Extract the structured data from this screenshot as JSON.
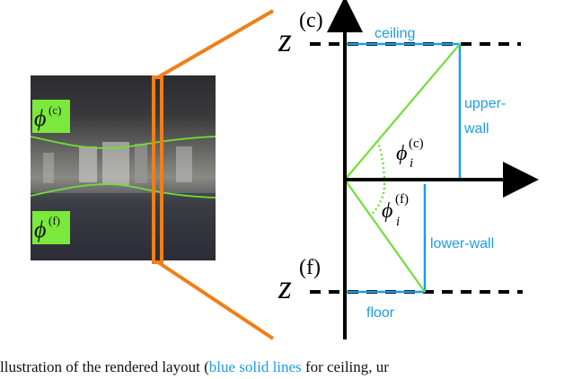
{
  "panorama": {
    "ceiling_symbol": "ϕ",
    "ceiling_superscript": "(c)",
    "floor_symbol": "ϕ",
    "floor_superscript": "(f)"
  },
  "diagram": {
    "z_symbol": "z",
    "ceiling_height_superscript": "(c)",
    "floor_height_superscript": "(f)",
    "phi_symbol": "ϕ",
    "phi_subscript": "i",
    "phi_ceiling_superscript": "(c)",
    "phi_floor_superscript": "(f)",
    "labels": {
      "ceiling": "ceiling",
      "upper_wall_line1": "upper-",
      "upper_wall_line2": "wall",
      "lower_wall": "lower-wall",
      "floor": "floor"
    }
  },
  "caption": {
    "lead": "llustration of the rendered layout (",
    "highlight": "blue solid lines",
    "tail": " for ceiling, ur"
  },
  "colors": {
    "orange": "#f07f18",
    "green": "#6fe038",
    "blue": "#1e9be9",
    "label_green_bg": "#7be83c"
  }
}
